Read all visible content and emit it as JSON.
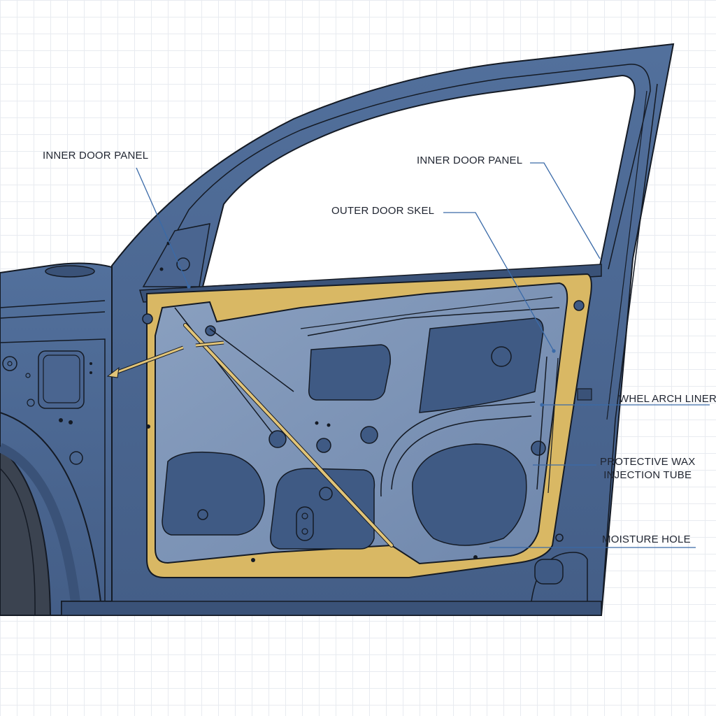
{
  "diagram": {
    "subject": "Car front door inner structure (cutaway illustration)",
    "colors": {
      "body_blue": "#4a6590",
      "body_dark": "#3a5278",
      "panel_light": "#7d94b6",
      "recess": "#3f5a84",
      "sealant_yellow": "#d9b864",
      "outline": "#141a24",
      "tire": "#3b4350",
      "leader_line": "#3a6aa8",
      "grid": "#e8ebf0"
    },
    "labels": [
      {
        "id": "inner-door-panel-left",
        "text": "INNER DOOR PANEL"
      },
      {
        "id": "inner-door-panel-right",
        "text": "INNER DOOR PANEL"
      },
      {
        "id": "outer-door-skel",
        "text": "OUTER DOOR SKEL"
      },
      {
        "id": "whel-arch-liner",
        "text": "WHEL ARCH LINER"
      },
      {
        "id": "protective-wax-injection-tube",
        "text": "PROTECTIVE WAX\nINJECTION TUBE"
      },
      {
        "id": "moisture-hole",
        "text": "MOISTURE HOLE"
      }
    ]
  }
}
